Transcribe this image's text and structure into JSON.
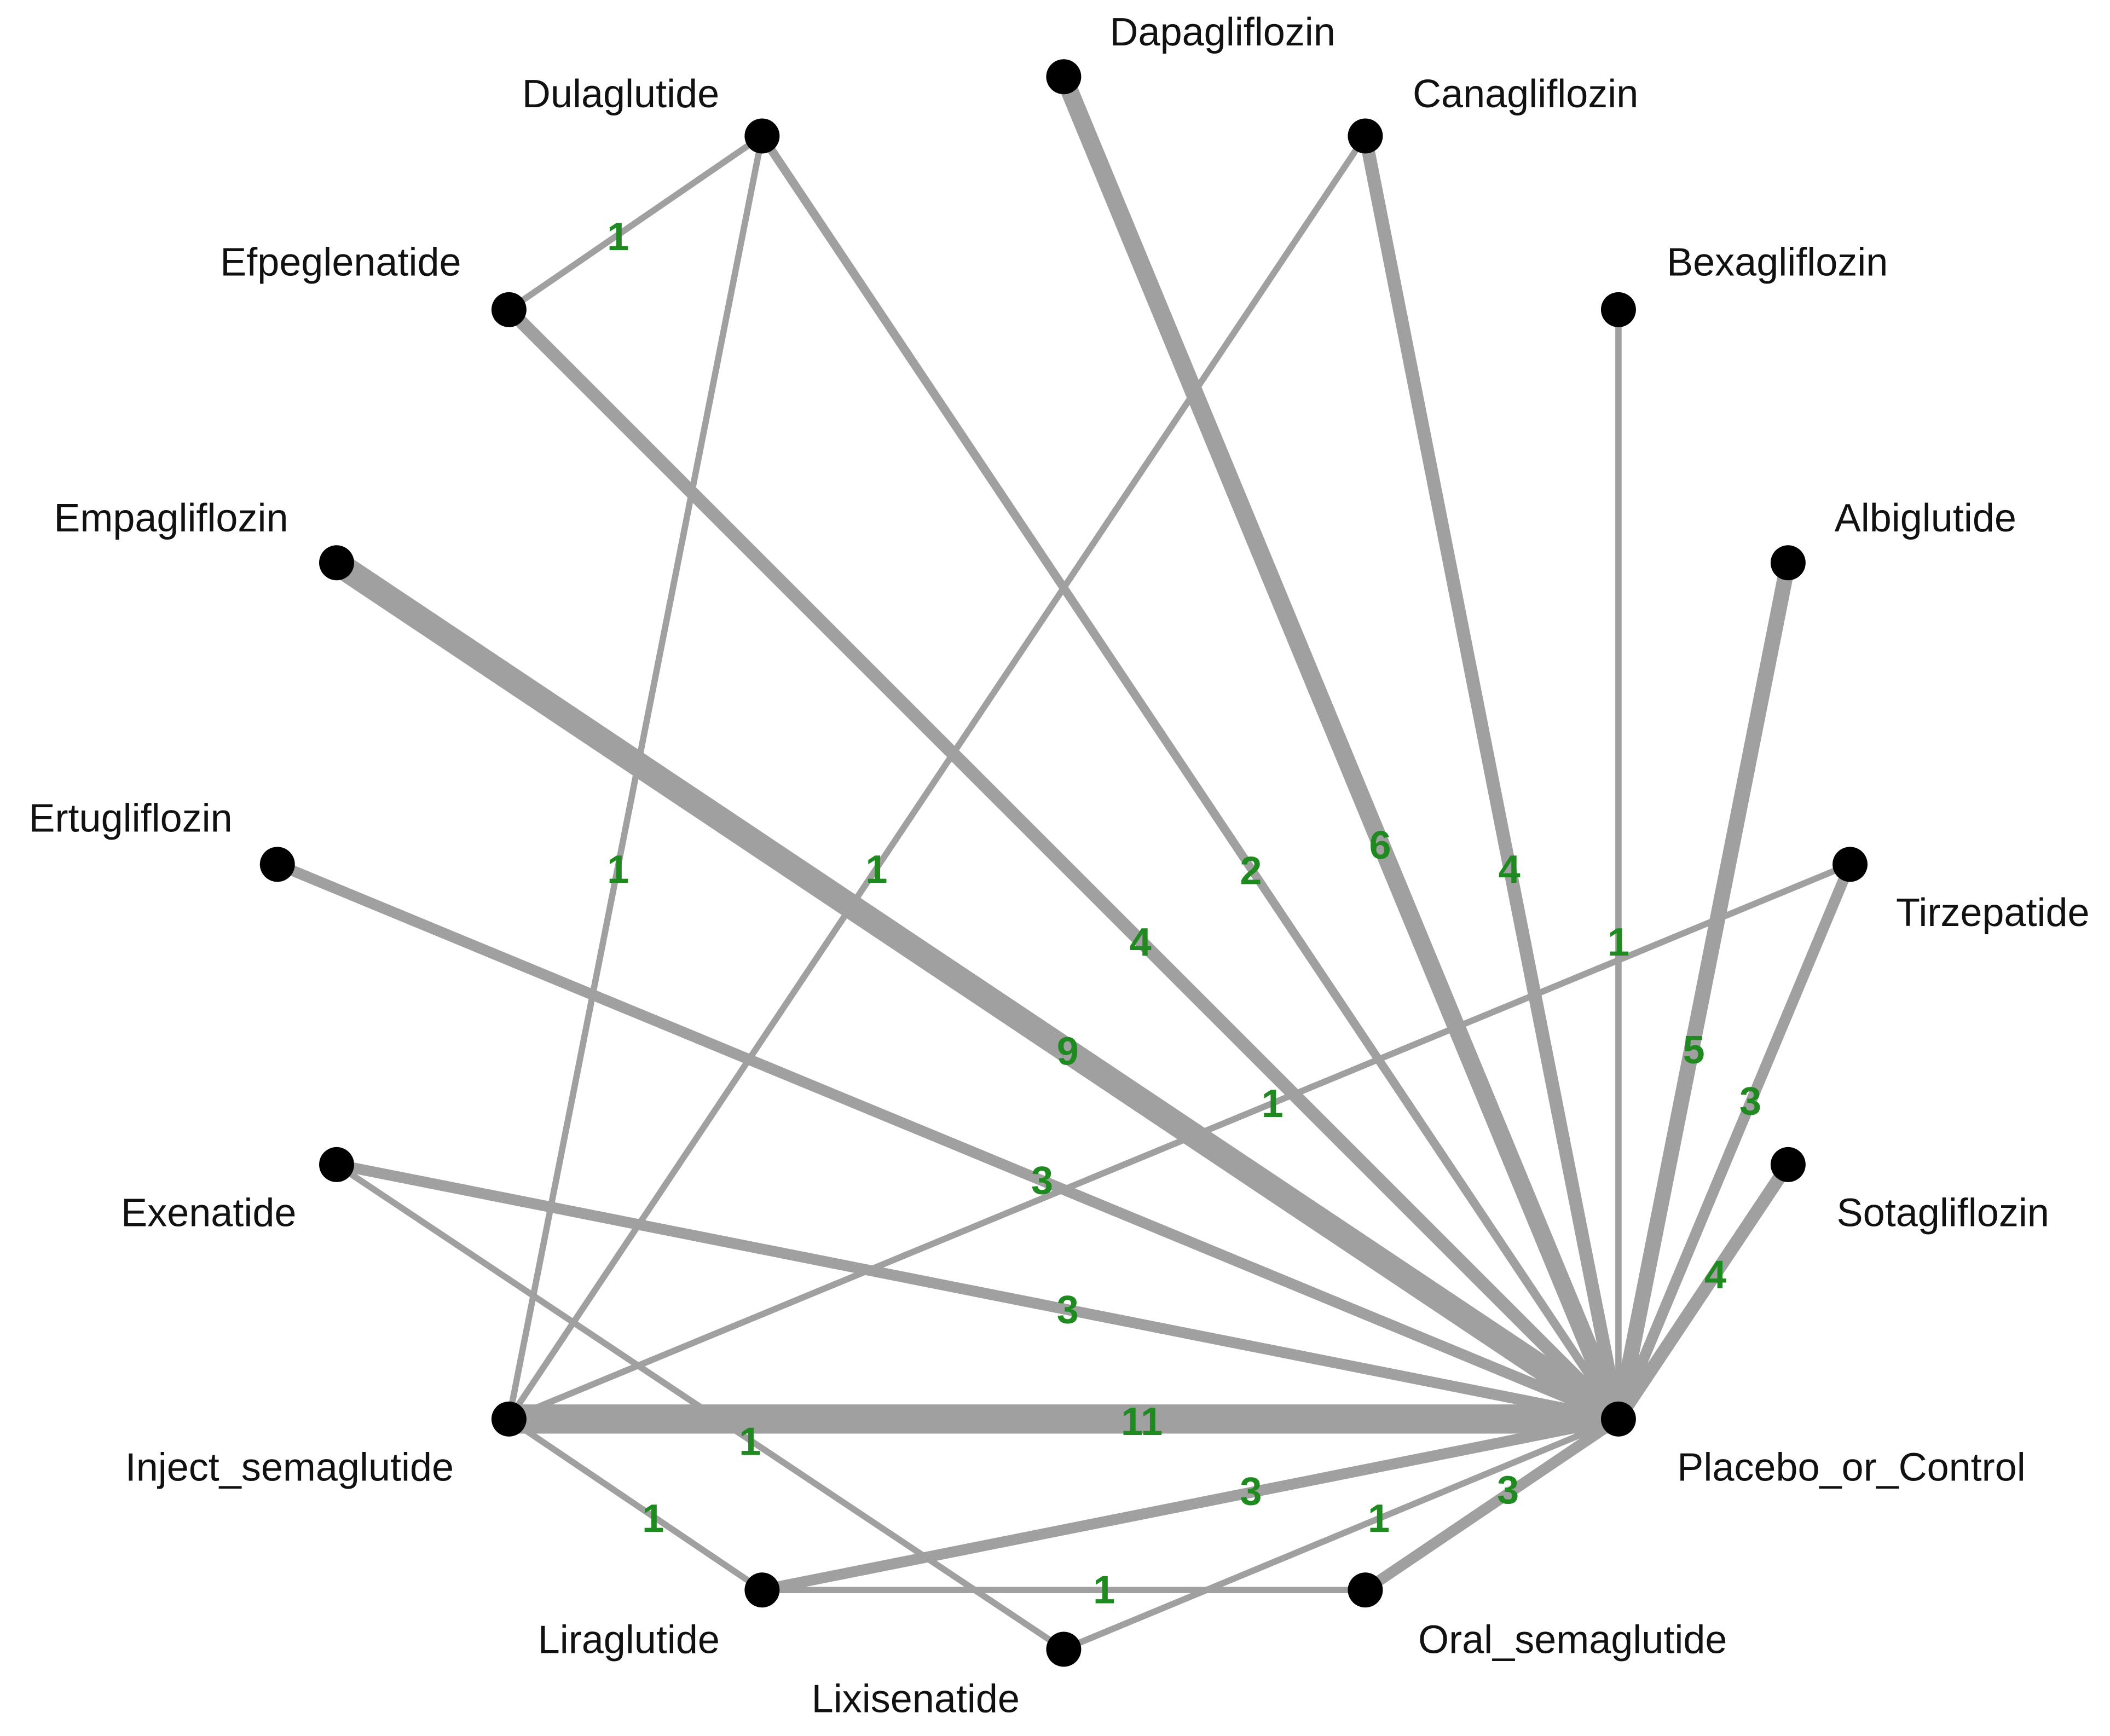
{
  "colors": {
    "edge": "#a0a0a0",
    "node": "#000000",
    "edge_label": "#1f8a1f",
    "node_label": "#111111"
  },
  "nodes": [
    {
      "id": "Dapagliflozin",
      "label": "Dapagliflozin"
    },
    {
      "id": "Canagliflozin",
      "label": "Canagliflozin"
    },
    {
      "id": "Bexagliflozin",
      "label": "Bexagliflozin"
    },
    {
      "id": "Albiglutide",
      "label": "Albiglutide"
    },
    {
      "id": "Tirzepatide",
      "label": "Tirzepatide"
    },
    {
      "id": "Sotagliflozin",
      "label": "Sotagliflozin"
    },
    {
      "id": "Placebo_or_Control",
      "label": "Placebo_or_Control"
    },
    {
      "id": "Oral_semaglutide",
      "label": "Oral_semaglutide"
    },
    {
      "id": "Lixisenatide",
      "label": "Lixisenatide"
    },
    {
      "id": "Liraglutide",
      "label": "Liraglutide"
    },
    {
      "id": "Inject_semaglutide",
      "label": "Inject_semaglutide"
    },
    {
      "id": "Exenatide",
      "label": "Exenatide"
    },
    {
      "id": "Ertugliflozin",
      "label": "Ertugliflozin"
    },
    {
      "id": "Empagliflozin",
      "label": "Empagliflozin"
    },
    {
      "id": "Efpeglenatide",
      "label": "Efpeglenatide"
    },
    {
      "id": "Dulaglutide",
      "label": "Dulaglutide"
    }
  ],
  "edges": [
    {
      "from": "Dulaglutide",
      "to": "Efpeglenatide",
      "trials": 1,
      "label": "1"
    },
    {
      "from": "Dulaglutide",
      "to": "Inject_semaglutide",
      "trials": 1,
      "label": "1"
    },
    {
      "from": "Dulaglutide",
      "to": "Placebo_or_Control",
      "trials": 2,
      "label": "2"
    },
    {
      "from": "Efpeglenatide",
      "to": "Placebo_or_Control",
      "trials": 4,
      "label": "4"
    },
    {
      "from": "Empagliflozin",
      "to": "Placebo_or_Control",
      "trials": 9,
      "label": "9"
    },
    {
      "from": "Ertugliflozin",
      "to": "Placebo_or_Control",
      "trials": 3,
      "label": "3"
    },
    {
      "from": "Exenatide",
      "to": "Placebo_or_Control",
      "trials": 3,
      "label": "3"
    },
    {
      "from": "Exenatide",
      "to": "Lixisenatide",
      "trials": 1,
      "label": "1"
    },
    {
      "from": "Dapagliflozin",
      "to": "Placebo_or_Control",
      "trials": 6,
      "label": "6"
    },
    {
      "from": "Canagliflozin",
      "to": "Placebo_or_Control",
      "trials": 4,
      "label": "4"
    },
    {
      "from": "Canagliflozin",
      "to": "Inject_semaglutide",
      "trials": 1,
      "label": "1"
    },
    {
      "from": "Bexagliflozin",
      "to": "Placebo_or_Control",
      "trials": 1,
      "label": "1"
    },
    {
      "from": "Albiglutide",
      "to": "Placebo_or_Control",
      "trials": 5,
      "label": "5"
    },
    {
      "from": "Tirzepatide",
      "to": "Placebo_or_Control",
      "trials": 3,
      "label": "3"
    },
    {
      "from": "Tirzepatide",
      "to": "Inject_semaglutide",
      "trials": 1,
      "label": "1"
    },
    {
      "from": "Sotagliflozin",
      "to": "Placebo_or_Control",
      "trials": 4,
      "label": "4"
    },
    {
      "from": "Inject_semaglutide",
      "to": "Placebo_or_Control",
      "trials": 11,
      "label": "11"
    },
    {
      "from": "Inject_semaglutide",
      "to": "Liraglutide",
      "trials": 1,
      "label": "1"
    },
    {
      "from": "Liraglutide",
      "to": "Placebo_or_Control",
      "trials": 3,
      "label": "3"
    },
    {
      "from": "Liraglutide",
      "to": "Oral_semaglutide",
      "trials": 1,
      "label": "1"
    },
    {
      "from": "Lixisenatide",
      "to": "Placebo_or_Control",
      "trials": 1,
      "label": "1"
    },
    {
      "from": "Oral_semaglutide",
      "to": "Placebo_or_Control",
      "trials": 3,
      "label": "3"
    }
  ]
}
